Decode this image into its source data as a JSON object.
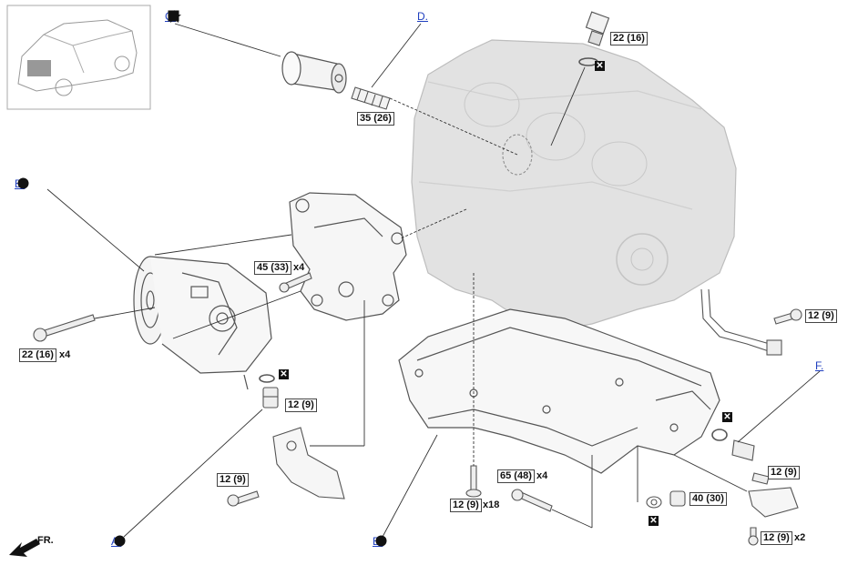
{
  "colors": {
    "link": "#1f3fbf",
    "line": "#333333",
    "engine_fill": "#e2e2e2",
    "part_stroke": "#555555"
  },
  "callouts": {
    "a": {
      "label": "A."
    },
    "b": {
      "label": "B."
    },
    "c": {
      "label": "C."
    },
    "d": {
      "label": "D."
    },
    "e": {
      "label": "E."
    },
    "f": {
      "label": "F."
    }
  },
  "torques": {
    "sensor_top": "22 (16)",
    "filter_stud": "35 (26)",
    "bracket_bolt": "45 (33)",
    "compressor_bolt": "22 (16)",
    "compressor_plug": "12 (9)",
    "bracket_lower_bolt": "12 (9)",
    "dipstick_bolt": "12 (9)",
    "sensor_right": "12 (9)",
    "oilpan_bolt": "65 (48)",
    "oilpan_small": "12 (9)",
    "drain_plug": "40 (30)",
    "bracket_right": "12 (9)"
  },
  "quantities": {
    "bracket_bolt": "x4",
    "compressor_bolt": "x4",
    "oilpan_bolt": "x4",
    "oilpan_small": "x18",
    "bracket_right": "x2"
  },
  "direction": {
    "label": "FR."
  },
  "icons": [
    "dot-icon",
    "star-icon",
    "square-icon",
    "replace-icon",
    "front-arrow-icon"
  ]
}
